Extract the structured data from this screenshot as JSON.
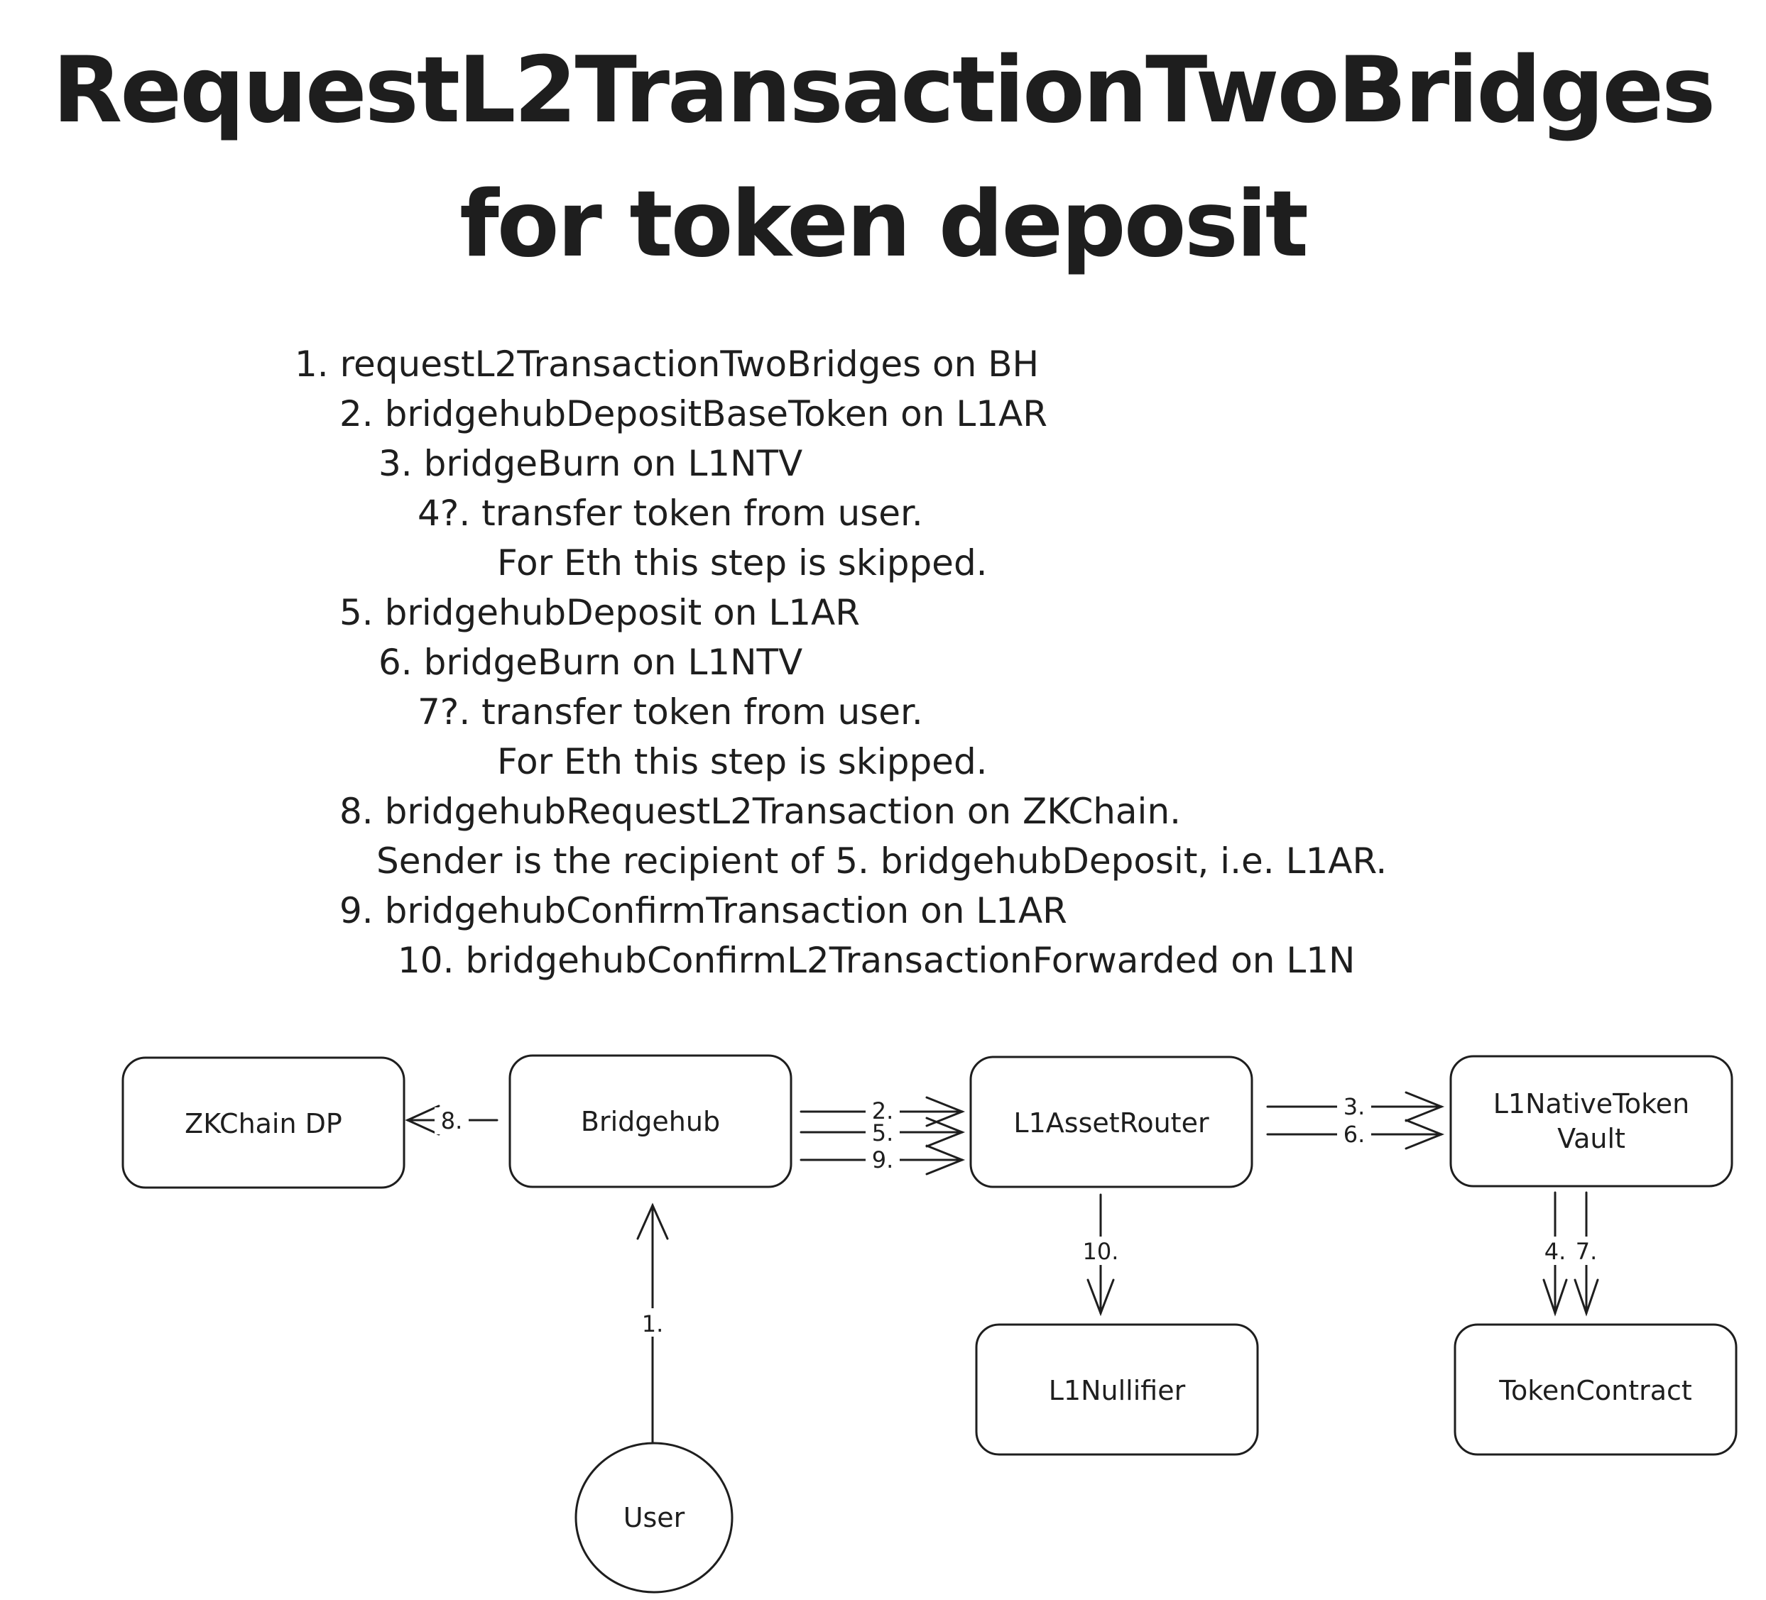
{
  "title": {
    "line1": "RequestL2TransactionTwoBridges",
    "line2": "for token deposit"
  },
  "steps": [
    "1. requestL2TransactionTwoBridges on BH",
    "2. bridgehubDepositBaseToken on L1AR",
    "3. bridgeBurn on L1NTV",
    "4?. transfer token from user.",
    "For Eth this step is skipped.",
    "5. bridgehubDeposit on L1AR",
    "6. bridgeBurn on L1NTV",
    "7?. transfer token from user.",
    "For Eth this step is skipped.",
    "8. bridgehubRequestL2Transaction on ZKChain.",
    "Sender is the recipient of 5. bridgehubDeposit, i.e. L1AR.",
    "9. bridgehubConfirmTransaction on L1AR",
    "10. bridgehubConfirmL2TransactionForwarded on L1N"
  ],
  "nodes": {
    "zkchain": "ZKChain DP",
    "bridgehub": "Bridgehub",
    "asset_router": "L1AssetRouter",
    "ntv_line1": "L1NativeToken",
    "ntv_line2": "Vault",
    "nullifier": "L1Nullifier",
    "token_contract": "TokenContract",
    "user": "User"
  },
  "edges": {
    "e1": "1.",
    "e2": "2.",
    "e3": "3.",
    "e4": "4.",
    "e5": "5.",
    "e6": "6.",
    "e7": "7.",
    "e8": "8.",
    "e9": "9.",
    "e10": "10."
  }
}
